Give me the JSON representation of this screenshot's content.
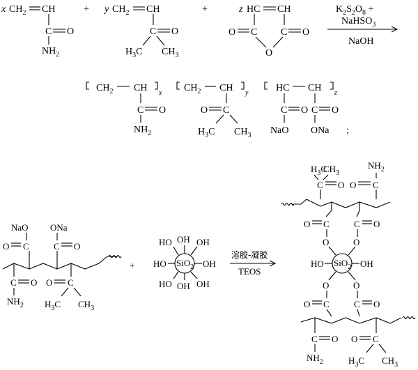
{
  "monomers": {
    "coef_x": "x",
    "coef_y": "y",
    "coef_z": "z",
    "ch2": "CH",
    "ch2_sub": "2",
    "ch": "CH",
    "hc": "HC",
    "c": "C",
    "o": "O",
    "nh": "NH",
    "nh_sub": "2",
    "h3c": "H",
    "h3c_sub": "3",
    "h3c_c": "C",
    "ch3": "CH",
    "ch3_sub": "3",
    "plus": "+"
  },
  "reagents": {
    "k": "K",
    "k_sub": "2",
    "s": "S",
    "s_sub": "2",
    "o": "O",
    "o_sub": "8",
    "plus": " +",
    "nahso": "NaHSO",
    "nahso_sub": "3",
    "naoh": "NaOH"
  },
  "polymer": {
    "sub_x": "x",
    "sub_y": "y",
    "sub_z": "z",
    "nao": "NaO",
    "ona": "ONa",
    "semicolon": ";"
  },
  "second": {
    "nao": "NaO",
    "ona": "ONa",
    "ho": "HO",
    "oh": "OH",
    "si": "SiO",
    "si_sub": "2",
    "sol_gel": "溶胶-凝胶",
    "teos": "TEOS",
    "plus": "+"
  }
}
